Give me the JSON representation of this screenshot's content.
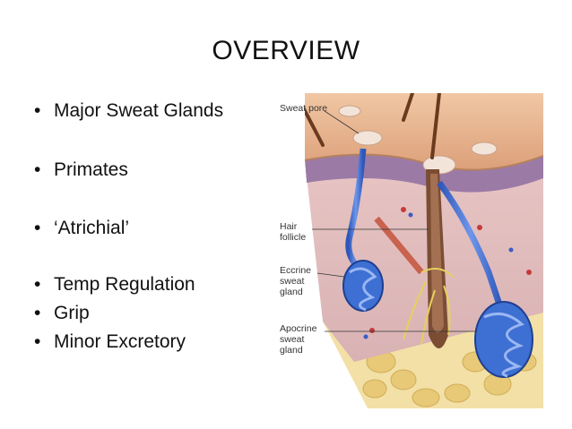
{
  "slide": {
    "title": "OVERVIEW",
    "bullets": [
      "Major Sweat Glands",
      "Primates",
      "‘Atrichial’",
      "Temp Regulation",
      "Grip",
      "Minor Excretory"
    ]
  },
  "figure": {
    "labels": {
      "sweat_pore": "Sweat pore",
      "hair_follicle": [
        "Hair",
        "follicle"
      ],
      "eccrine": [
        "Eccrine",
        "sweat",
        "gland"
      ],
      "apocrine": [
        "Apocrine",
        "sweat",
        "gland"
      ]
    }
  }
}
